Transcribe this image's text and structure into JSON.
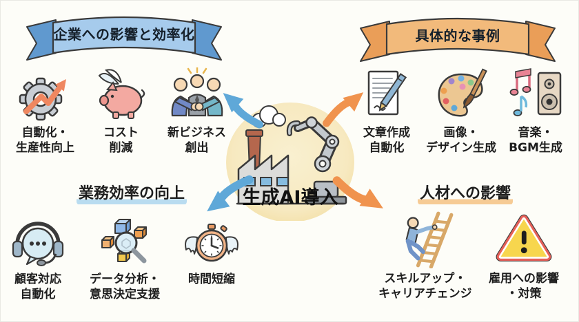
{
  "canvas": {
    "bg_color": "#fdfdf8"
  },
  "banners": {
    "top_left": {
      "label": "企業への影響と効率化",
      "band_color": "#a6cbec",
      "tail_color": "#6099cf"
    },
    "top_right": {
      "label": "具体的な事例",
      "band_color": "#f2ba7b",
      "tail_color": "#ea9e58"
    }
  },
  "center": {
    "label": "生成AI導入",
    "icon": "factory-robot-arm-icon",
    "circle_color": "#f7e9c0"
  },
  "arrows": {
    "blue_color": "#5fa8d8",
    "orange_color": "#f0934e",
    "directions": [
      "top-left",
      "top-right",
      "bottom-left",
      "bottom-right"
    ]
  },
  "quadrants": {
    "top_left": {
      "items": [
        {
          "icon": "gear-growth-icon",
          "lines": [
            "自動化・",
            "生産性向上"
          ]
        },
        {
          "icon": "flying-piggy-icon",
          "lines": [
            "コスト",
            "削減"
          ]
        },
        {
          "icon": "handshake-icon",
          "lines": [
            "新ビジネス",
            "創出"
          ]
        }
      ]
    },
    "top_right": {
      "items": [
        {
          "icon": "document-pen-icon",
          "lines": [
            "文章作成",
            "自動化"
          ]
        },
        {
          "icon": "palette-brush-icon",
          "lines": [
            "画像・",
            "デザイン生成"
          ]
        },
        {
          "icon": "music-speaker-icon",
          "lines": [
            "音楽・",
            "BGM生成"
          ]
        }
      ]
    },
    "bottom_left": {
      "heading": "業務効率の向上",
      "highlight_color": "#b9dcf0",
      "items": [
        {
          "icon": "headset-chat-icon",
          "lines": [
            "顧客対応",
            "自動化"
          ]
        },
        {
          "icon": "data-magnifier-icon",
          "lines": [
            "データ分析・",
            "意思決定支援"
          ]
        },
        {
          "icon": "winged-stopwatch-icon",
          "lines": [
            "時間短縮"
          ]
        }
      ]
    },
    "bottom_right": {
      "heading": "人材への影響",
      "highlight_color": "#f6cb95",
      "items": [
        {
          "icon": "ladder-climb-icon",
          "lines": [
            "スキルアップ・",
            "キャリアチェンジ"
          ]
        },
        {
          "icon": "warning-icon",
          "lines": [
            "雇用への影響",
            "・対策"
          ]
        }
      ]
    }
  }
}
